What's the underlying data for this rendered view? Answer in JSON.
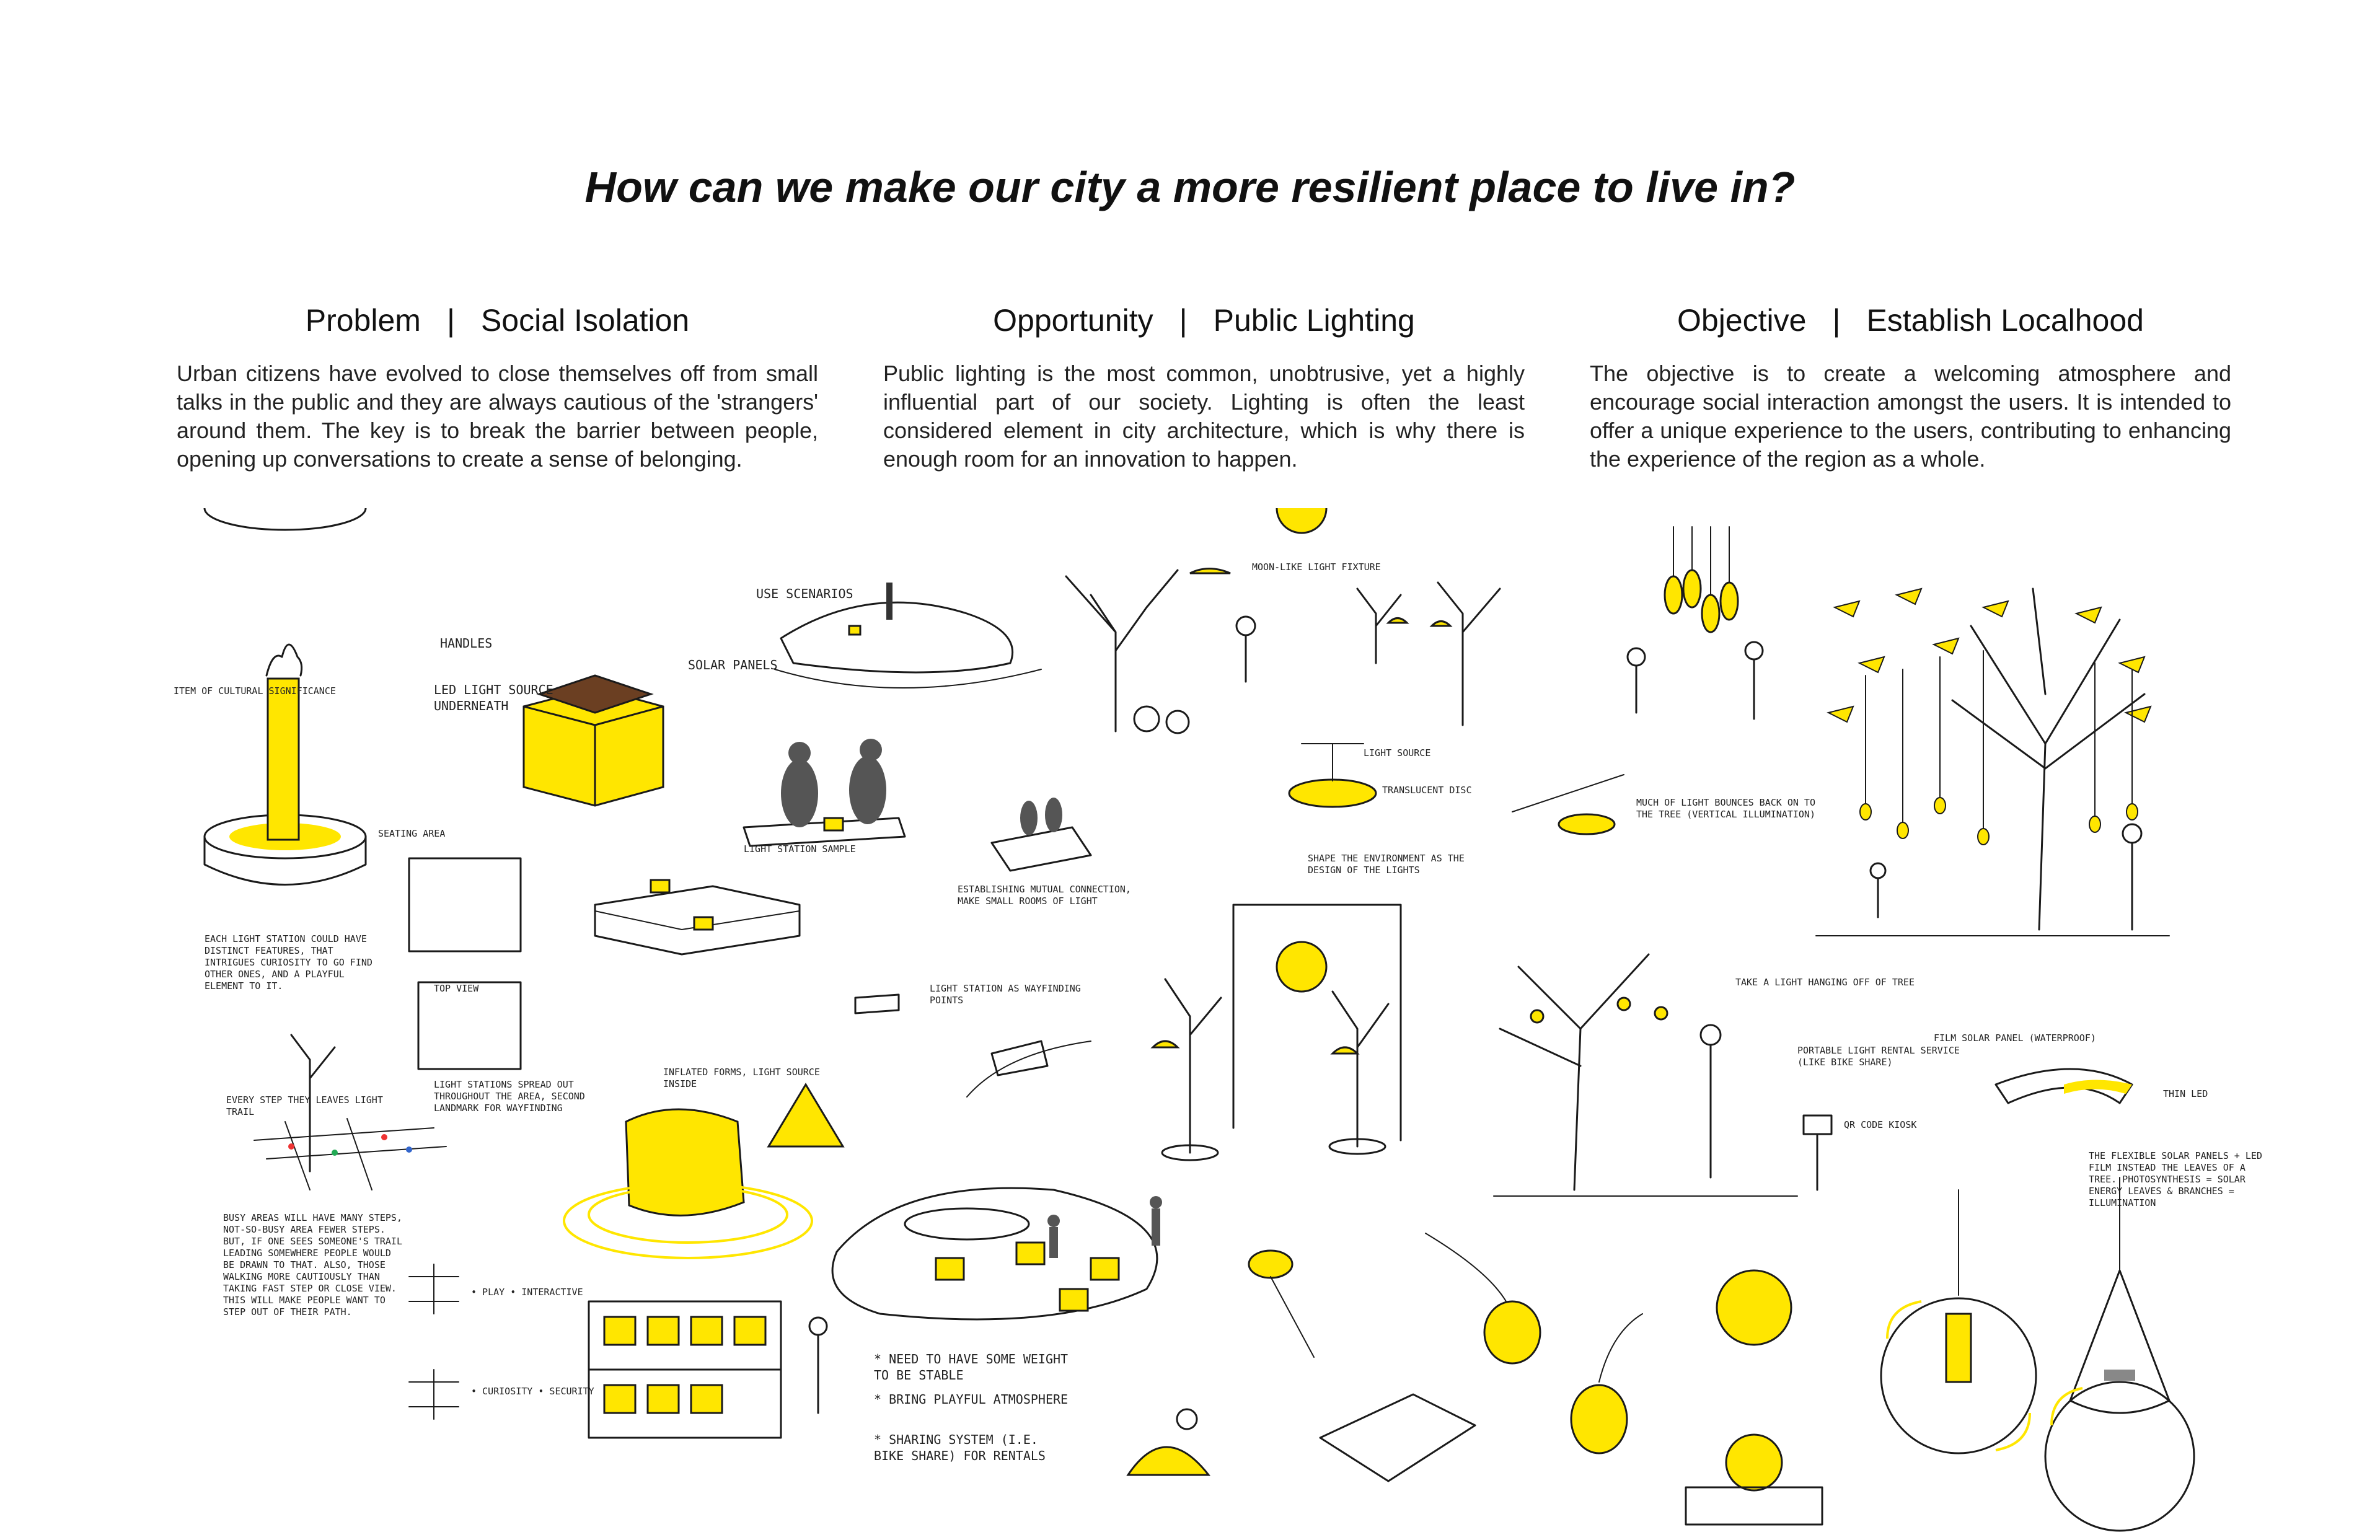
{
  "title": "How can we make our city a more resilient place to live in?",
  "columns": [
    {
      "heading": "Problem",
      "subheading": "Social Isolation",
      "body": "Urban citizens have evolved to close themselves off from small talks in the public and they are always cautious of the 'strangers' around them. The key is to break the barrier between people, opening up conversations to create a sense of belonging."
    },
    {
      "heading": "Opportunity",
      "subheading": "Public Lighting",
      "body": "Public lighting is the most common, unobtrusive, yet a highly influential part of our society. Lighting is often the least considered element in city architecture, which is why there is enough room for an innovation to happen."
    },
    {
      "heading": "Objective",
      "subheading": "Establish Localhood",
      "body": "The objective is to create a welcoming atmosphere and encourage social interaction amongst the users. It is intended to offer a unique experience to the users, contributing to enhancing the experience of the region as a whole."
    }
  ],
  "sketch_notes": {
    "handles": "HANDLES",
    "solar_panels": "SOLAR PANELS",
    "led_light": "LED LIGHT SOURCE UNDERNEATH",
    "item_cultural": "ITEM OF CULTURAL SIGNIFICANCE",
    "seating_area": "SEATING AREA",
    "each_station": "EACH LIGHT STATION COULD HAVE DISTINCT FEATURES, THAT INTRIGUES CURIOSITY TO GO FIND OTHER ONES, AND A PLAYFUL ELEMENT TO IT.",
    "use_scenarios": "USE SCENARIOS",
    "moon_like": "MOON-LIKE LIGHT FIXTURE",
    "light_station_sample": "LIGHT STATION SAMPLE",
    "establishing": "ESTABLISHING MUTUAL CONNECTION, MAKE SMALL ROOMS OF LIGHT",
    "wayfinding": "LIGHT STATION AS WAYFINDING POINTS",
    "light_source": "LIGHT SOURCE",
    "translucent_disc": "TRANSLUCENT DISC",
    "much_of_light": "MUCH OF LIGHT BOUNCES BACK ON TO THE TREE (VERTICAL ILLUMINATION)",
    "shape_env": "SHAPE THE ENVIRONMENT AS THE DESIGN OF THE LIGHTS",
    "inflated_forms": "INFLATED FORMS, LIGHT SOURCE INSIDE",
    "every_step": "EVERY STEP THEY LEAVES LIGHT TRAIL",
    "busy_areas": "BUSY AREAS WILL HAVE MANY STEPS, NOT-SO-BUSY AREA FEWER STEPS. BUT, IF ONE SEES SOMEONE'S TRAIL LEADING SOMEWHERE PEOPLE WOULD BE DRAWN TO THAT. ALSO, THOSE WALKING MORE CAUTIOUSLY THAN TAKING FAST STEP OR CLOSE VIEW. THIS WILL MAKE PEOPLE WANT TO STEP OUT OF THEIR PATH.",
    "play_interaction": "• PLAY • INTERACTIVE",
    "curiosity_security": "• CURIOSITY • SECURITY",
    "light_stations_spread": "LIGHT STATIONS SPREAD OUT THROUGHOUT THE AREA, SECOND LANDMARK FOR WAYFINDING",
    "top_view": "TOP VIEW",
    "take_light": "TAKE A LIGHT HANGING OFF OF TREE",
    "portable_rental": "PORTABLE LIGHT RENTAL SERVICE (LIKE BIKE SHARE)",
    "qr_kiosk": "QR CODE KIOSK",
    "film_solar": "FILM SOLAR PANEL (WATERPROOF)",
    "thin_led": "THIN LED",
    "flexible_solar": "THE FLEXIBLE SOLAR PANELS + LED FILM INSTEAD THE LEAVES OF A TREE. PHOTOSYNTHESIS = SOLAR ENERGY LEAVES & BRANCHES = ILLUMINATION",
    "need_weight": "* NEED TO HAVE SOME WEIGHT TO BE STABLE",
    "bring_playful": "* BRING PLAYFUL ATMOSPHERE",
    "sharing_system": "* SHARING SYSTEM (I.E. BIKE SHARE) FOR RENTALS"
  },
  "colors": {
    "accent": "#ffe600",
    "ink": "#1a1a1a"
  }
}
